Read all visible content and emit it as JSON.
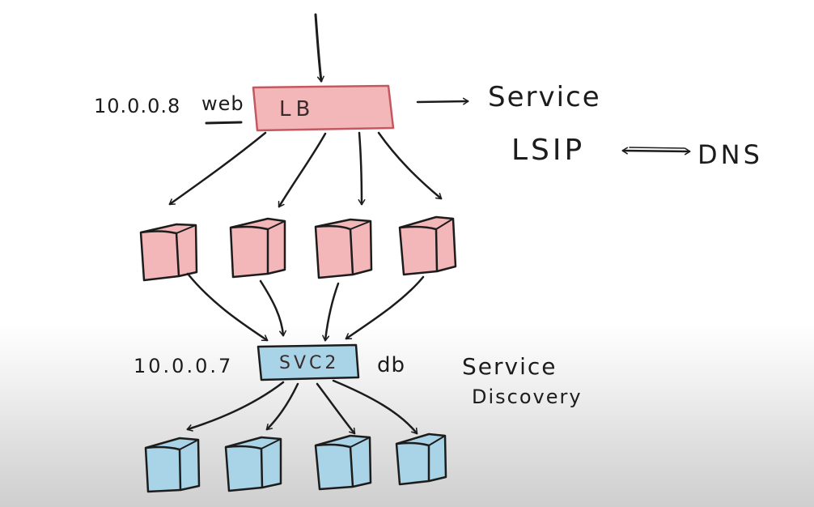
{
  "web_tier": {
    "load_balancer_label": "LB",
    "ip": "10.0.0.8",
    "name": "web",
    "node_count": 4,
    "fill_color": "#f4b7b9"
  },
  "db_tier": {
    "service_label": "SVC2",
    "ip": "10.0.0.7",
    "name": "db",
    "node_count": 4,
    "fill_color": "#a9d3e6"
  },
  "annotations": {
    "service": "Service",
    "lsip": "LSIP",
    "dns": "DNS",
    "service_discovery_line1": "Service",
    "service_discovery_line2": "Discovery"
  },
  "colors": {
    "ink": "#1c1c1c",
    "lb_fill": "#f4b7b9",
    "svc_fill": "#a9d3e6"
  }
}
